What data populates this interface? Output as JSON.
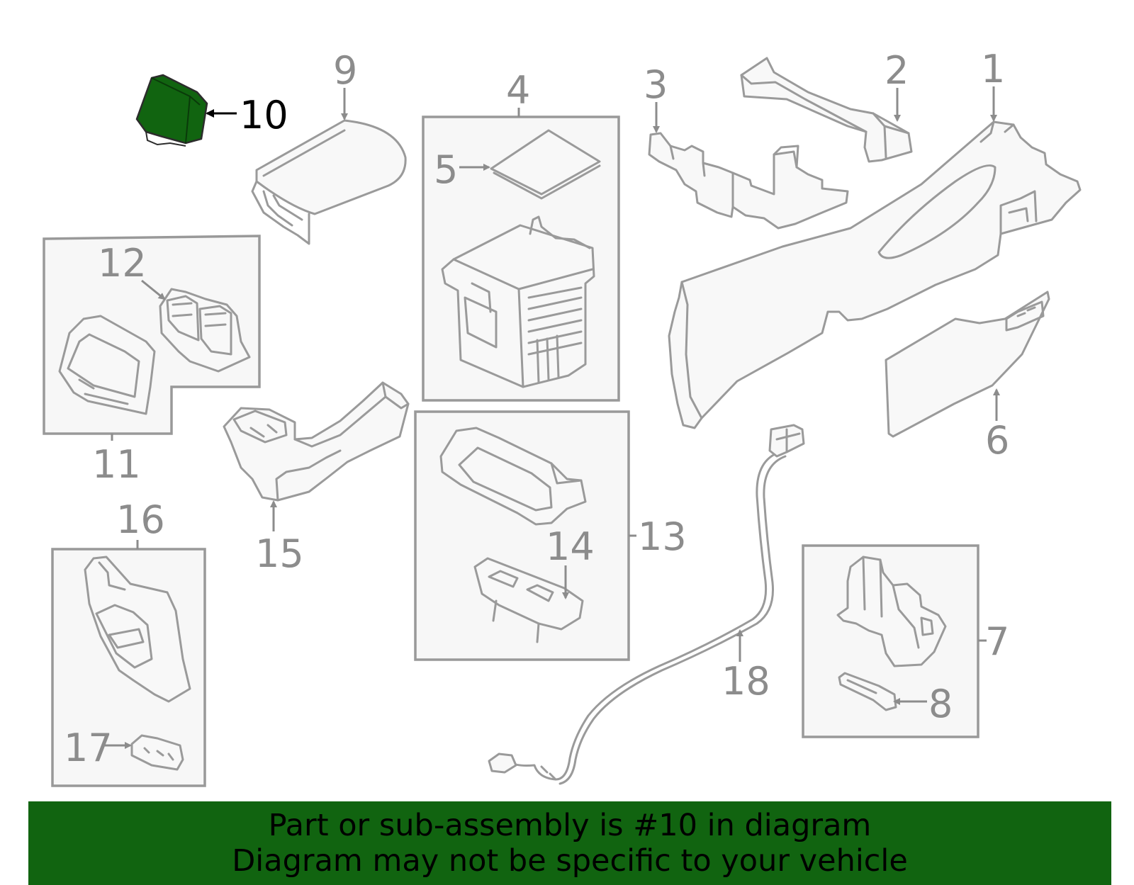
{
  "colors": {
    "highlight": "#116410",
    "banner": "#116410",
    "line": "#9a9a9a",
    "label": "#8c8c8c",
    "highlight_label": "#000000"
  },
  "highlighted_part": "10",
  "callouts": {
    "c1": "1",
    "c2": "2",
    "c3": "3",
    "c4": "4",
    "c5": "5",
    "c6": "6",
    "c7": "7",
    "c8": "8",
    "c9": "9",
    "c10": "10",
    "c11": "11",
    "c12": "12",
    "c13": "13",
    "c14": "14",
    "c15": "15",
    "c16": "16",
    "c17": "17",
    "c18": "18"
  },
  "banner": {
    "line1": "Part or sub-assembly is #10 in diagram",
    "line2": "Diagram may not be specific to your vehicle"
  }
}
